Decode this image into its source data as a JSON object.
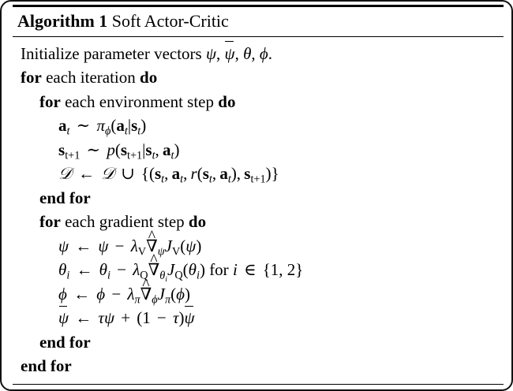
{
  "document": {
    "type": "algorithm-pseudocode",
    "colors": {
      "text": "#000000",
      "background": "#ffffff",
      "rule": "#000000",
      "frame": "#111111"
    }
  },
  "algorithm": {
    "label": "Algorithm 1",
    "name": "Soft Actor-Critic",
    "lines": [
      {
        "indent": 0,
        "text": "Initialize parameter vectors ψ, ψ̄, θ, ϕ."
      },
      {
        "indent": 0,
        "text": "for each iteration do"
      },
      {
        "indent": 1,
        "text": "for each environment step do"
      },
      {
        "indent": 2,
        "text": "a_t ~ π_ϕ(a_t|s_t)"
      },
      {
        "indent": 2,
        "text": "s_{t+1} ~ p(s_{t+1}|s_t, a_t)"
      },
      {
        "indent": 2,
        "text": "D ← D ∪ {(s_t, a_t, r(s_t, a_t), s_{t+1})}"
      },
      {
        "indent": 1,
        "text": "end for"
      },
      {
        "indent": 1,
        "text": "for each gradient step do"
      },
      {
        "indent": 2,
        "text": "ψ ← ψ − λ_V ∇̂_ψ J_V(ψ)"
      },
      {
        "indent": 2,
        "text": "θ_i ← θ_i − λ_Q ∇̂_{θ_i} J_Q(θ_i) for i ∈ {1, 2}"
      },
      {
        "indent": 2,
        "text": "ϕ ← ϕ − λ_π ∇̂_ϕ J_π(ϕ)"
      },
      {
        "indent": 2,
        "text": "ψ̄ ← τψ + (1 − τ)ψ̄"
      },
      {
        "indent": 1,
        "text": "end for"
      },
      {
        "indent": 0,
        "text": "end for"
      }
    ],
    "keywords": {
      "for": "for",
      "do": "do",
      "end_for": "end for",
      "initialize_prefix": "Initialize parameter vectors",
      "each_iteration": "each iteration",
      "each_environment_step": "each environment step",
      "each_gradient_step": "each gradient step",
      "for_all": "for",
      "in_set": "{1, 2}"
    }
  }
}
